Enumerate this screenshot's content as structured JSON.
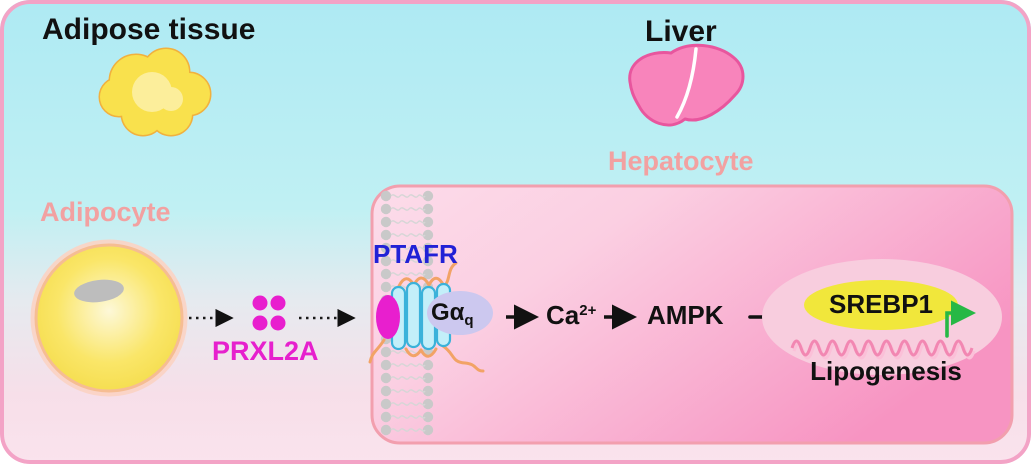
{
  "labels": {
    "adipose_tissue": "Adipose tissue",
    "liver": "Liver",
    "hepatocyte": "Hepatocyte",
    "adipocyte": "Adipocyte",
    "prxl2a": "PRXL2A",
    "ptafr": "PTAFR",
    "g_alpha": "Gα",
    "g_alpha_sub": "q",
    "ca": "Ca",
    "ca_sup": "2+",
    "ampk": "AMPK",
    "srebp1": "SREBP1",
    "lipogenesis": "Lipogenesis"
  },
  "icons": {
    "adipose_blob": "adipose-tissue-icon",
    "liver_shape": "liver-icon",
    "adipocyte_cell": "adipocyte-cell-icon",
    "prxl2a_dots": "prxl2a-dots-icon",
    "membrane": "lipid-bilayer-icon",
    "receptor": "ptafr-receptor-icon",
    "g_alpha_subunit": "g-alpha-q-icon",
    "nucleus": "nucleus-icon",
    "dna": "dna-coil-icon",
    "transcription_arrow": "transcription-arrow-icon",
    "inhibition": "inhibition-line-icon"
  },
  "colors": {
    "background_top": "#aeeaf3",
    "background_bottom": "#fae3ed",
    "outer_border_pink": "#f3a3c6",
    "hepatocyte_fill_light": "#fcdcea",
    "hepatocyte_fill_deep": "#f794c2",
    "hepatocyte_border": "#f29fae",
    "magenta": "#e81fce",
    "ptafr_blue": "#2121d6",
    "receptor_cyan": "#c3eff9",
    "receptor_cyan_border": "#3ab2da",
    "receptor_loop_orange": "#f2a366",
    "g_alpha_lavender": "#ccc8ef",
    "nucleus_pink": "#f8cdde",
    "srebp1_yellow": "#f1e73b",
    "dna_pink": "#f287b2",
    "transcription_green": "#27b845",
    "salmon_label": "#f2a1a1",
    "adipocyte_yellow": "#f8e14d",
    "adipocyte_border": "#f6bd93",
    "blob_border_orange": "#f1b13e",
    "liver_pink": "#f884bb",
    "liver_border": "#e8569e",
    "membrane_gray": "#c9c9c9",
    "arrow_black": "#111111"
  }
}
